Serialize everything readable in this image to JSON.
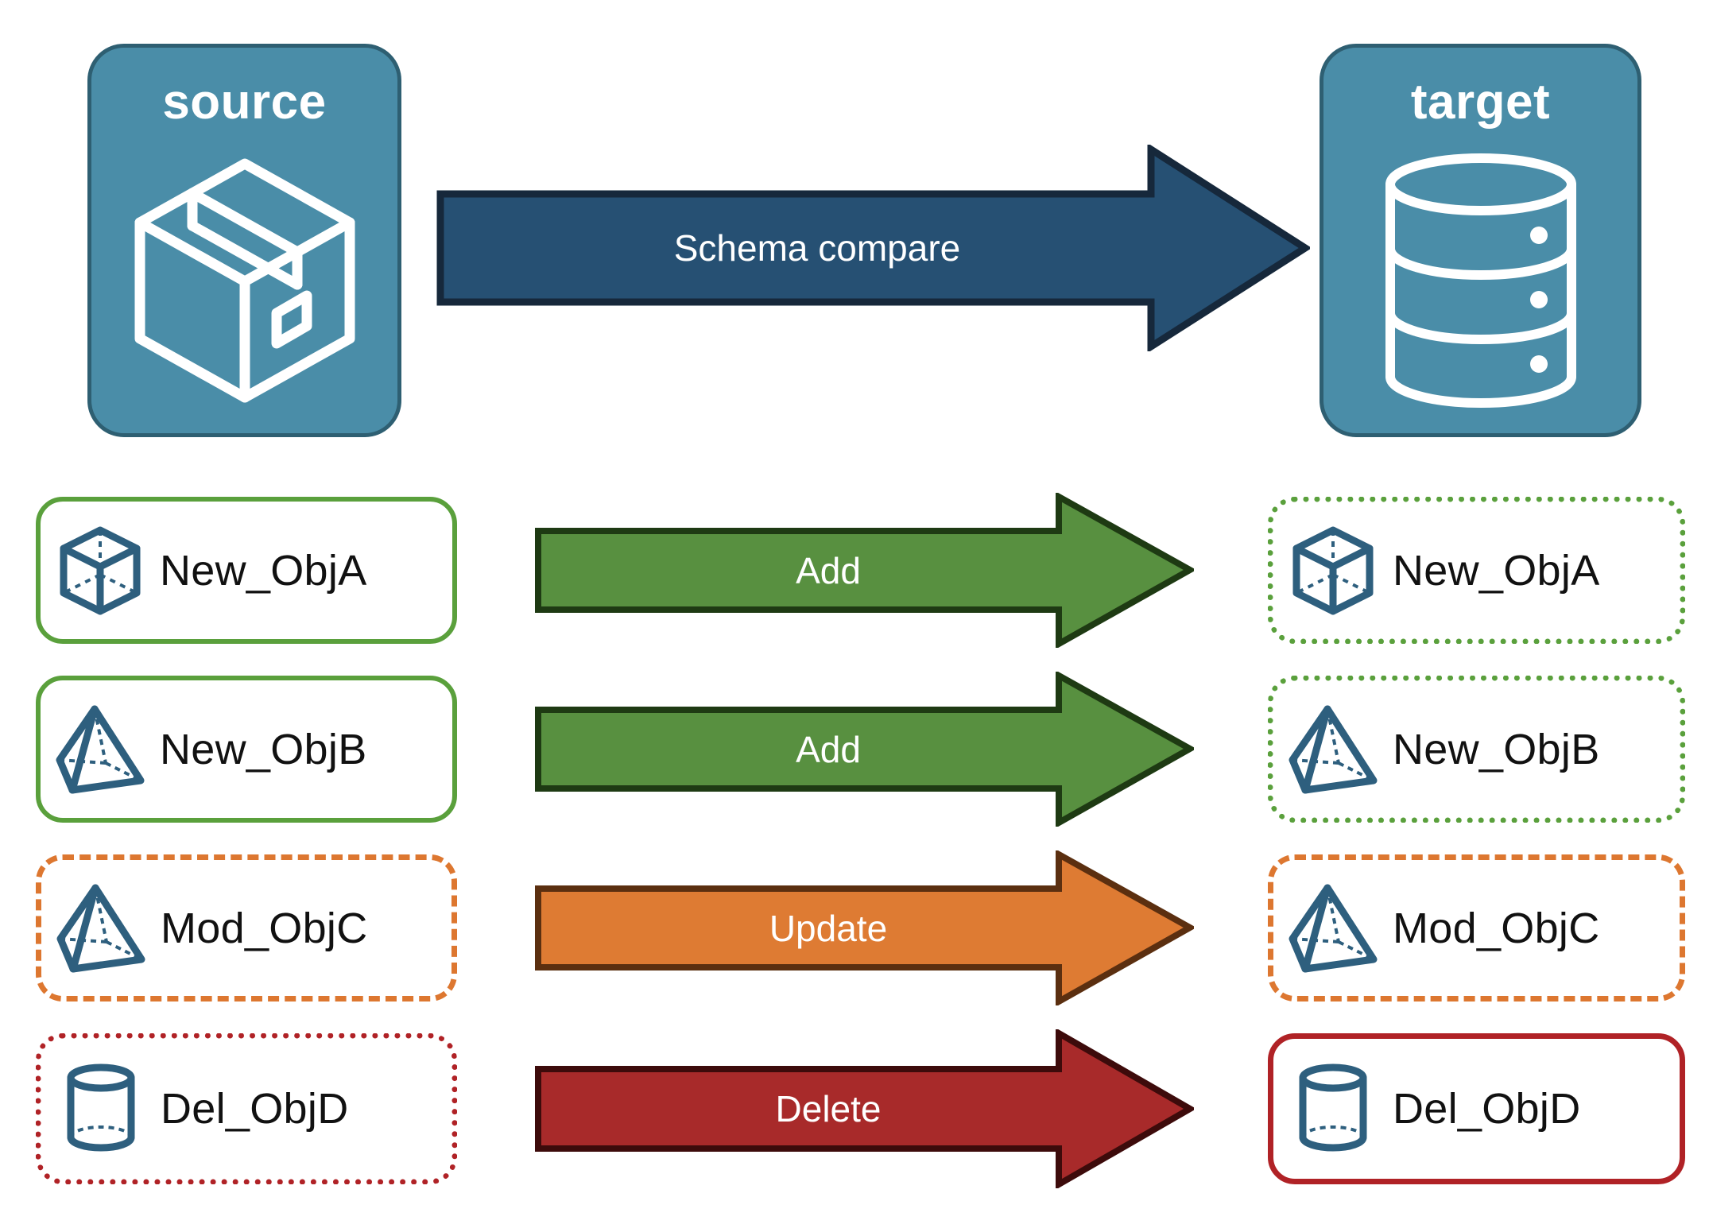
{
  "diagram": {
    "title_source": "source",
    "title_target": "target",
    "colors": {
      "endpoint_fill": "#4A8DA8",
      "endpoint_stroke": "#2E5F72",
      "icon_stroke": "#2E5F7E",
      "compare_arrow_fill": "#265073",
      "compare_arrow_stroke": "#16283B",
      "add_fill": "#589040",
      "add_stroke": "#1E3A13",
      "update_fill": "#DE7B33",
      "update_stroke": "#5B2F10",
      "delete_fill": "#A82A2A",
      "delete_stroke": "#3D0B0B",
      "green_border": "#5AA03C",
      "orange_border": "#DD7730",
      "red_border": "#B02226",
      "label_text": "#111111",
      "arrow_text": "#FFFFFF"
    },
    "source_icon": "package-box-icon",
    "target_icon": "database-stack-icon"
  },
  "compare": {
    "label": "Schema compare",
    "arrow_icon": "right-arrow-icon"
  },
  "rows": [
    {
      "source": {
        "label": "New_ObjA",
        "icon": "cube-wireframe-icon",
        "border_style": "solid",
        "border_color": "#5AA03C"
      },
      "action": {
        "label": "Add",
        "fill": "#589040",
        "stroke": "#1E3A13"
      },
      "target": {
        "label": "New_ObjA",
        "icon": "cube-wireframe-icon",
        "border_style": "dotted",
        "border_color": "#5AA03C"
      }
    },
    {
      "source": {
        "label": "New_ObjB",
        "icon": "pyramid-wireframe-icon",
        "border_style": "solid",
        "border_color": "#5AA03C"
      },
      "action": {
        "label": "Add",
        "fill": "#589040",
        "stroke": "#1E3A13"
      },
      "target": {
        "label": "New_ObjB",
        "icon": "pyramid-wireframe-icon",
        "border_style": "dotted",
        "border_color": "#5AA03C"
      }
    },
    {
      "source": {
        "label": "Mod_ObjC",
        "icon": "pyramid-wireframe-icon",
        "border_style": "dashed",
        "border_color": "#DD7730"
      },
      "action": {
        "label": "Update",
        "fill": "#DE7B33",
        "stroke": "#5B2F10"
      },
      "target": {
        "label": "Mod_ObjC",
        "icon": "pyramid-wireframe-icon",
        "border_style": "dashed",
        "border_color": "#DD7730"
      }
    },
    {
      "source": {
        "label": "Del_ObjD",
        "icon": "cylinder-wireframe-icon",
        "border_style": "dotted",
        "border_color": "#B02226"
      },
      "action": {
        "label": "Delete",
        "fill": "#A82A2A",
        "stroke": "#3D0B0B"
      },
      "target": {
        "label": "Del_ObjD",
        "icon": "cylinder-wireframe-icon",
        "border_style": "solid",
        "border_color": "#B02226"
      }
    }
  ]
}
